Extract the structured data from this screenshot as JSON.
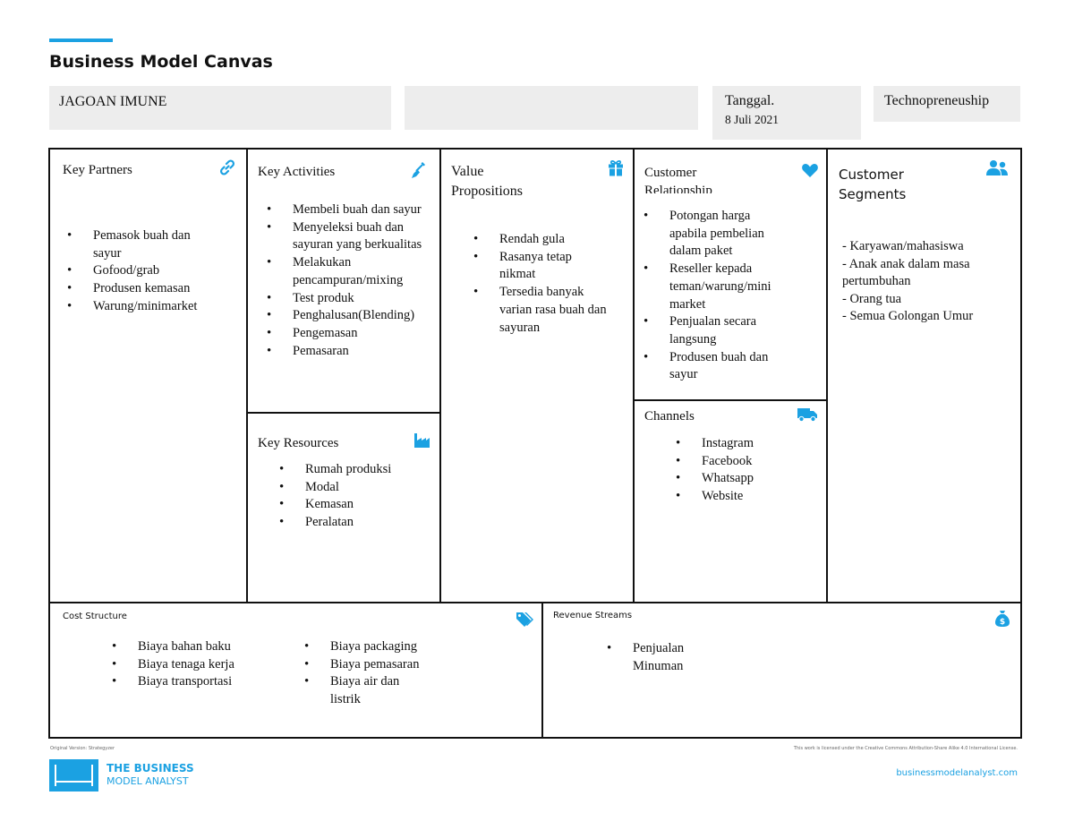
{
  "header": {
    "title": "Business Model Canvas",
    "project_name": "JAGOAN IMUNE",
    "designed_by": "",
    "date_label": "Tanggal.",
    "date_value": "8 Juli 2021",
    "version": "Technopreneuship"
  },
  "blocks": {
    "key_partners": {
      "title": "Key Partners",
      "items": [
        "Pemasok buah dan sayur",
        "Gofood/grab",
        "Produsen kemasan",
        "Warung/minimarket"
      ]
    },
    "key_activities": {
      "title": "Key Activities",
      "items": [
        "Membeli buah dan sayur",
        "Menyeleksi buah dan sayuran yang berkualitas",
        "Melakukan pencampuran/mixing",
        "Test produk",
        "Penghalusan(Blending)",
        "Pengemasan",
        "Pemasaran"
      ]
    },
    "key_resources": {
      "title": "Key Resources",
      "items": [
        "Rumah produksi",
        "Modal",
        "Kemasan",
        "Peralatan"
      ]
    },
    "value_propositions": {
      "title_line1": "Value",
      "title_line2": "Propositions",
      "items": [
        "Rendah gula",
        "Rasanya tetap nikmat",
        "Tersedia banyak varian rasa buah dan sayuran"
      ]
    },
    "customer_relationship": {
      "title_line1": "Customer",
      "title_line2": "Relationship",
      "items": [
        "Potongan harga apabila pembelian dalam paket",
        "Reseller kepada teman/warung/mini market",
        "Penjualan secara langsung",
        "Produsen buah dan sayur"
      ]
    },
    "channels": {
      "title": "Channels",
      "items": [
        "Instagram",
        "Facebook",
        "Whatsapp",
        "Website"
      ]
    },
    "customer_segments": {
      "title_line1": "Customer",
      "title_line2": "Segments",
      "lines": [
        "- Karyawan/mahasiswa",
        "- Anak anak dalam masa",
        "pertumbuhan",
        "- Orang tua",
        "- Semua Golongan Umur"
      ]
    },
    "cost_structure": {
      "title": "Cost Structure",
      "items_col1": [
        "Biaya bahan baku",
        "Biaya tenaga kerja",
        "Biaya transportasi"
      ],
      "items_col2": [
        "Biaya packaging",
        "Biaya pemasaran",
        "Biaya air dan listrik"
      ]
    },
    "revenue_streams": {
      "title": "Revenue Streams",
      "items": [
        "Penjualan Minuman"
      ]
    }
  },
  "icons": {
    "key_partners": "link-icon",
    "key_activities": "shovel-icon",
    "key_resources": "factory-icon",
    "value_propositions": "gift-icon",
    "customer_relationship": "heart-icon",
    "channels": "truck-icon",
    "customer_segments": "users-icon",
    "cost_structure": "tags-icon",
    "revenue_streams": "money-bag-icon"
  },
  "footer": {
    "original_version": "Original Version: Strategyzer",
    "license": "This work is licensed under the Creative Commons Attribution-Share Alike 4.0 International License.",
    "logo_line1": "THE BUSINESS",
    "logo_line2": "MODEL ANALYST",
    "website": "businessmodelanalyst.com"
  },
  "colors": {
    "accent": "#1ba1e2",
    "header_box": "#ededed",
    "border": "#111111"
  }
}
